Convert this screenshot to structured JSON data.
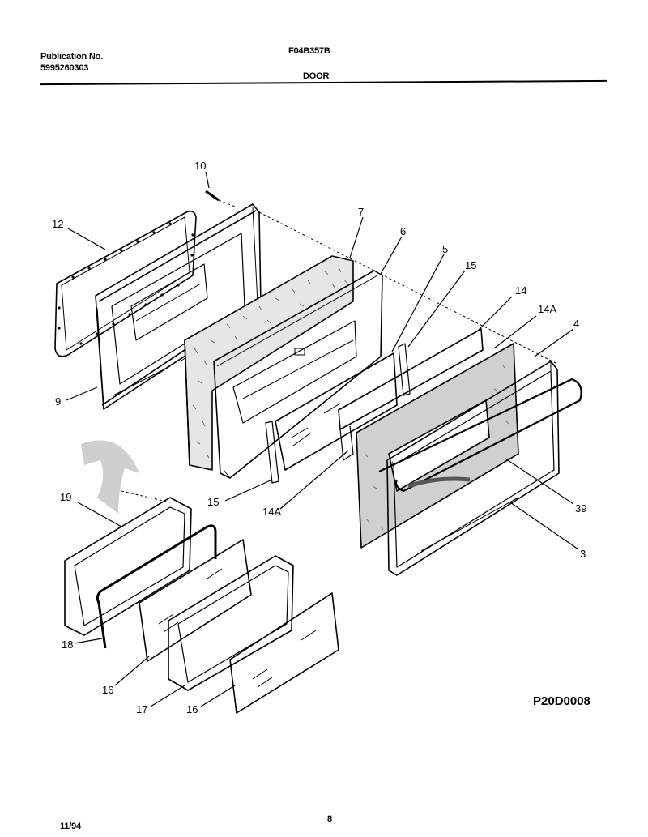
{
  "header": {
    "publication_label": "Publication No.",
    "publication_number": "5995260303",
    "model": "F04B357B",
    "section": "DOOR"
  },
  "callouts": [
    "10",
    "12",
    "7",
    "6",
    "5",
    "15",
    "14",
    "14A",
    "4",
    "9",
    "19",
    "15",
    "14A",
    "39",
    "3",
    "18",
    "16",
    "17",
    "16"
  ],
  "drawing_code": "P20D0008",
  "footer": {
    "date": "11/94",
    "page_number": "8"
  }
}
